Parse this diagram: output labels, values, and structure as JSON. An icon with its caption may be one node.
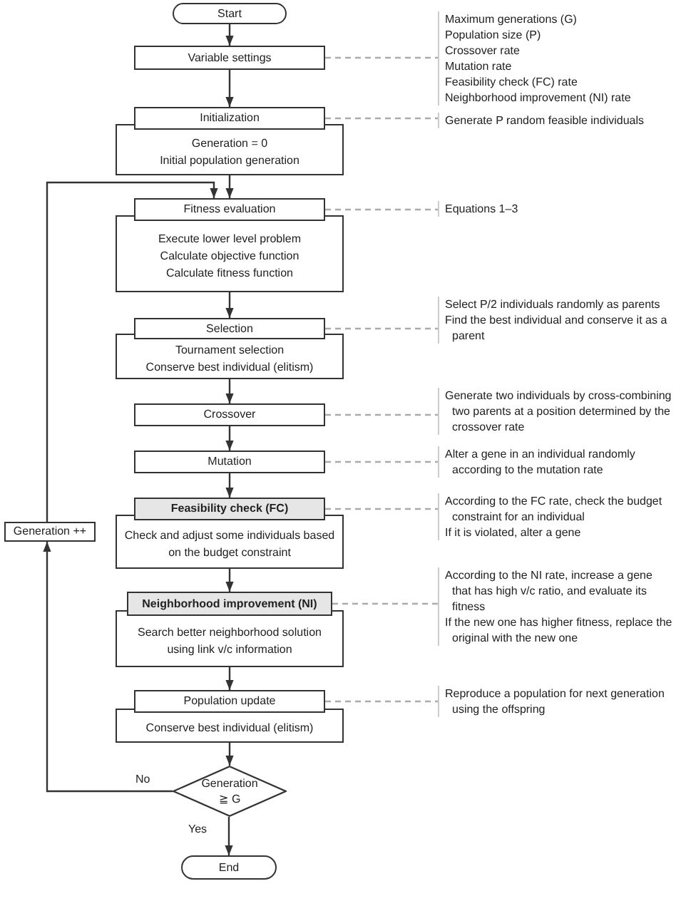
{
  "diagram": {
    "nodes": [
      {
        "text": [
          "Start"
        ]
      },
      {
        "text": [
          "Variable settings"
        ]
      },
      {
        "text": [
          "Maximum generations (G)",
          "Population size (P)",
          "Crossover rate",
          "Mutation rate",
          "Feasibility check (FC) rate",
          "Neighborhood improvement (NI) rate"
        ]
      },
      {
        "text": [
          "Initialization"
        ]
      },
      {
        "text": [
          "Generate P random feasible individuals"
        ]
      },
      {
        "text": [
          "Generation = 0",
          "Initial population generation"
        ]
      },
      {
        "text": [
          "Fitness evaluation"
        ]
      },
      {
        "text": [
          "Equations 1–3"
        ]
      },
      {
        "text": [
          "Execute lower level problem",
          "Calculate objective function",
          "Calculate fitness function"
        ]
      },
      {
        "text": [
          "Selection"
        ]
      },
      {
        "text": [
          "Select P/2 individuals randomly as parents",
          "Find the best individual and conserve it as a parent"
        ]
      },
      {
        "text": [
          "Tournament selection",
          "Conserve best individual (elitism)"
        ]
      },
      {
        "text": [
          "Crossover"
        ]
      },
      {
        "text": [
          "Generate two individuals by cross-combining two parents at a position determined by the crossover rate"
        ]
      },
      {
        "text": [
          "Mutation"
        ]
      },
      {
        "text": [
          "Alter a gene in an individual randomly according to the mutation rate"
        ]
      },
      {
        "text": [
          "Feasibility check (FC)"
        ]
      },
      {
        "text": [
          "According to the FC rate, check the budget constraint for an individual",
          "If it is violated, alter a gene"
        ]
      },
      {
        "text": [
          "Check and adjust some individuals based on the budget constraint"
        ]
      },
      {
        "text": [
          "Neighborhood improvement (NI)"
        ]
      },
      {
        "text": [
          "According to the NI rate, increase a gene that has high v/c ratio, and evaluate its fitness",
          "If the new one has higher fitness, replace the original with the new one"
        ]
      },
      {
        "text": [
          "Search better neighborhood solution using link v/c information"
        ]
      },
      {
        "text": [
          "Population update"
        ]
      },
      {
        "text": [
          "Reproduce a population for next generation using the offspring"
        ]
      },
      {
        "text": [
          "Conserve best individual (elitism)"
        ]
      },
      {
        "text": [
          "Generation ++"
        ]
      },
      {
        "text": [
          "Generation ≧ G"
        ]
      },
      {
        "text": [
          "End"
        ]
      }
    ],
    "edges": [
      {
        "from": 0,
        "to": 1,
        "arrow": "to"
      },
      {
        "from": 1,
        "to": 2,
        "arrow": "none",
        "style": "dashed",
        "color": "#aaaaaa"
      },
      {
        "from": 1,
        "to": 3,
        "arrow": "to"
      },
      {
        "from": 3,
        "to": 4,
        "arrow": "none",
        "style": "dashed",
        "color": "#aaaaaa"
      },
      {
        "from": 5,
        "to": 6,
        "arrow": "to"
      },
      {
        "from": 6,
        "to": 7,
        "arrow": "none",
        "style": "dashed",
        "color": "#aaaaaa"
      },
      {
        "from": 8,
        "to": 9,
        "arrow": "to"
      },
      {
        "from": 9,
        "to": 10,
        "arrow": "none",
        "style": "dashed",
        "color": "#aaaaaa"
      },
      {
        "from": 11,
        "to": 12,
        "arrow": "to"
      },
      {
        "from": 12,
        "to": 13,
        "arrow": "none",
        "style": "dashed",
        "color": "#aaaaaa"
      },
      {
        "from": 12,
        "to": 14,
        "arrow": "to"
      },
      {
        "from": 14,
        "to": 15,
        "arrow": "none",
        "style": "dashed",
        "color": "#aaaaaa"
      },
      {
        "from": 14,
        "to": 16,
        "arrow": "to"
      },
      {
        "from": 16,
        "to": 17,
        "arrow": "none",
        "style": "dashed",
        "color": "#aaaaaa"
      },
      {
        "from": 18,
        "to": 19,
        "arrow": "to"
      },
      {
        "from": 19,
        "to": 20,
        "arrow": "none",
        "style": "dashed",
        "color": "#aaaaaa"
      },
      {
        "from": 21,
        "to": 22,
        "arrow": "to"
      },
      {
        "from": 22,
        "to": 23,
        "arrow": "none",
        "style": "dashed",
        "color": "#aaaaaa"
      },
      {
        "from": 24,
        "to": 26,
        "arrow": "to"
      },
      {
        "from": 26,
        "to": 27,
        "arrow": "to",
        "label": "Yes"
      },
      {
        "from": 26,
        "to": 25,
        "arrow": "to",
        "label": "No"
      },
      {
        "from": 25,
        "to": 6,
        "arrow": "to"
      }
    ]
  }
}
